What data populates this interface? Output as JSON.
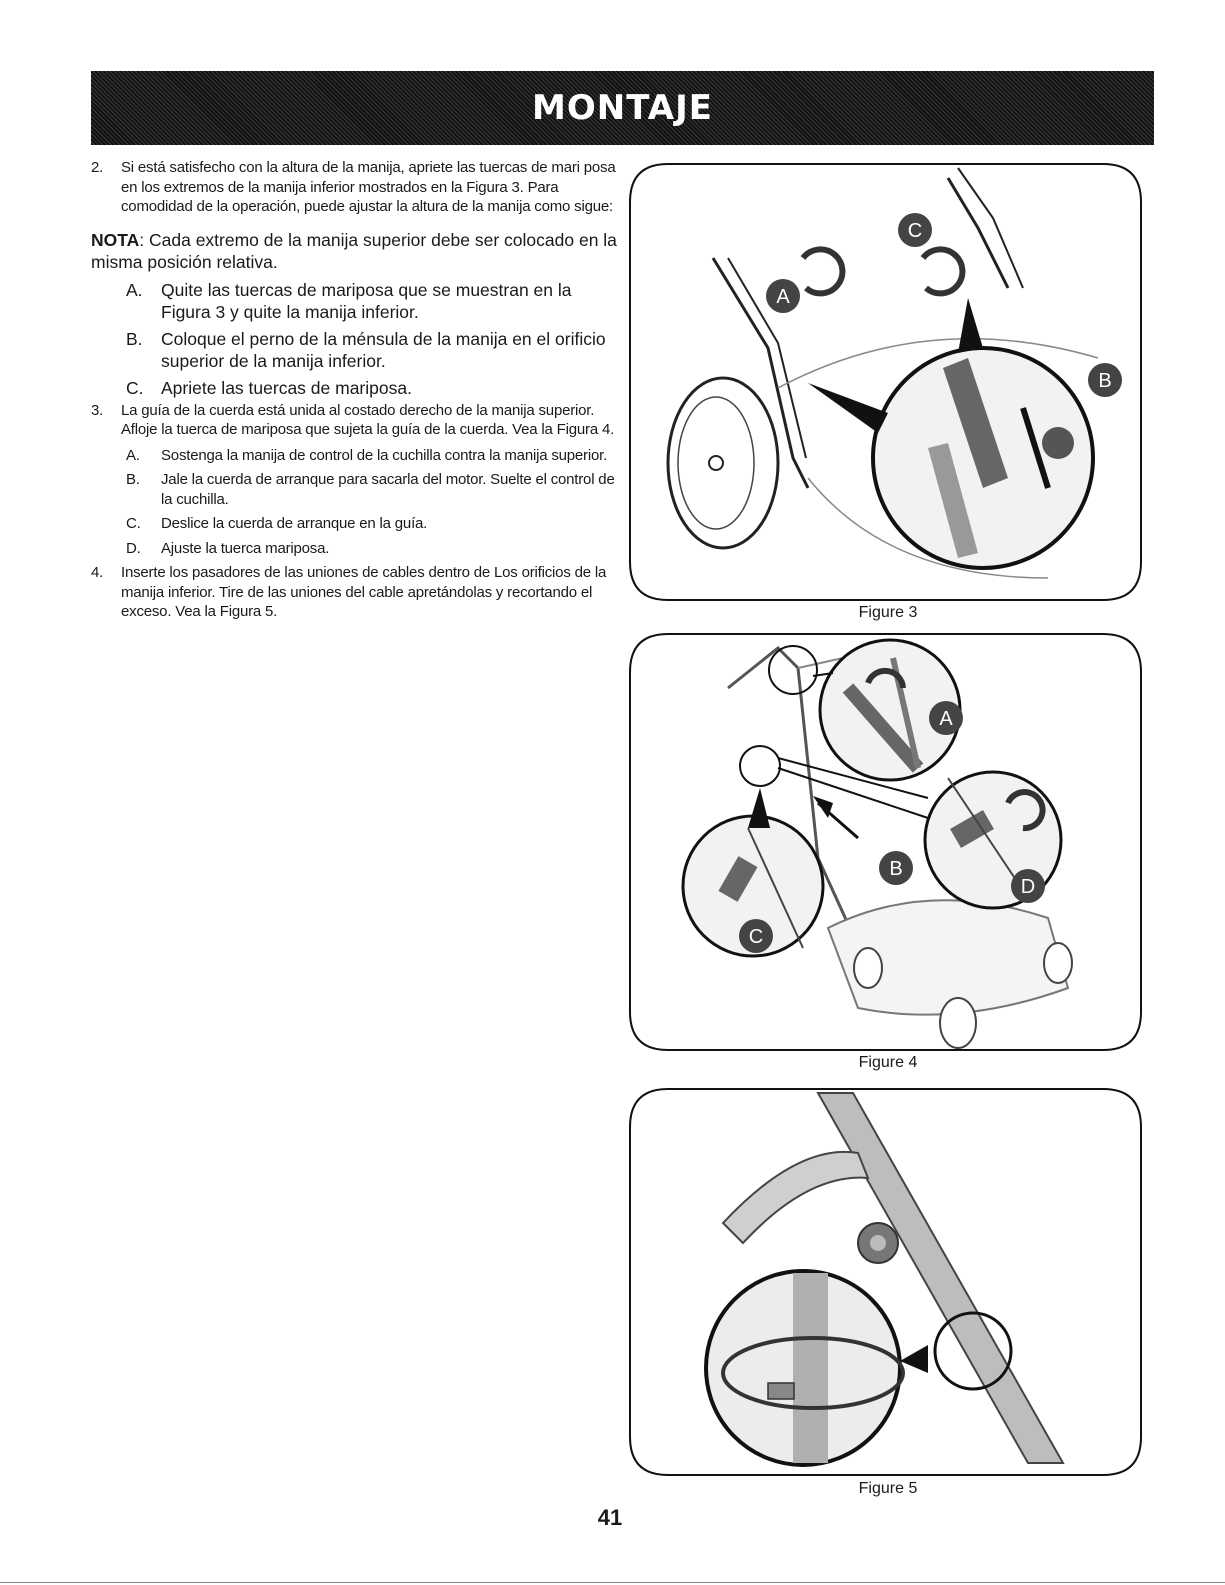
{
  "header": {
    "title": "MONTAJE"
  },
  "steps": {
    "step2": {
      "num": "2.",
      "text": "Si está satisfecho con la altura de la manija, apriete las tuercas de mari posa en los extremos de la manija inferior mostrados en la Figura 3. Para comodidad de la operación, puede ajustar la altura de la manija como sigue:"
    },
    "note": {
      "label": "NOTA",
      "text": ": Cada extremo de la manija superior debe ser colocado en la misma posición relativa."
    },
    "step2_subs": [
      {
        "num": "A.",
        "text": "Quite las tuercas de mariposa que se muestran en la Figura 3 y quite la manija inferior."
      },
      {
        "num": "B.",
        "text": "Coloque el perno de la ménsula de la manija en el orificio superior de la manija inferior."
      },
      {
        "num": "C.",
        "text": "Apriete las tuercas de mariposa."
      }
    ],
    "step3": {
      "num": "3.",
      "text": "La guía de la cuerda está unida al costado derecho de la manija superior. Afloje la tuerca de mariposa que sujeta la guía de la cuerda. Vea la Figura 4."
    },
    "step3_subs": [
      {
        "num": "A.",
        "text": "Sostenga la manija de control de la cuchilla contra la manija superior."
      },
      {
        "num": "B.",
        "text": "Jale la cuerda de arranque para sacarla del motor. Suelte el control de la cuchilla."
      },
      {
        "num": "C.",
        "text": "Deslice la cuerda de arranque en la guía."
      },
      {
        "num": "D.",
        "text": "Ajuste la tuerca mariposa."
      }
    ],
    "step4": {
      "num": "4.",
      "text": "Inserte los pasadores de las uniones de cables dentro de Los orificios de la manija inferior. Tire de las uniones del cable apretándolas y recortando el exceso. Vea la Figura 5."
    }
  },
  "figures": {
    "fig3": {
      "caption": "Figure 3",
      "labels": {
        "a": "A",
        "b": "B",
        "c": "C"
      }
    },
    "fig4": {
      "caption": "Figure 4",
      "labels": {
        "a": "A",
        "b": "B",
        "c": "C",
        "d": "D"
      }
    },
    "fig5": {
      "caption": "Figure 5"
    }
  },
  "footer": {
    "page_number": "41"
  }
}
